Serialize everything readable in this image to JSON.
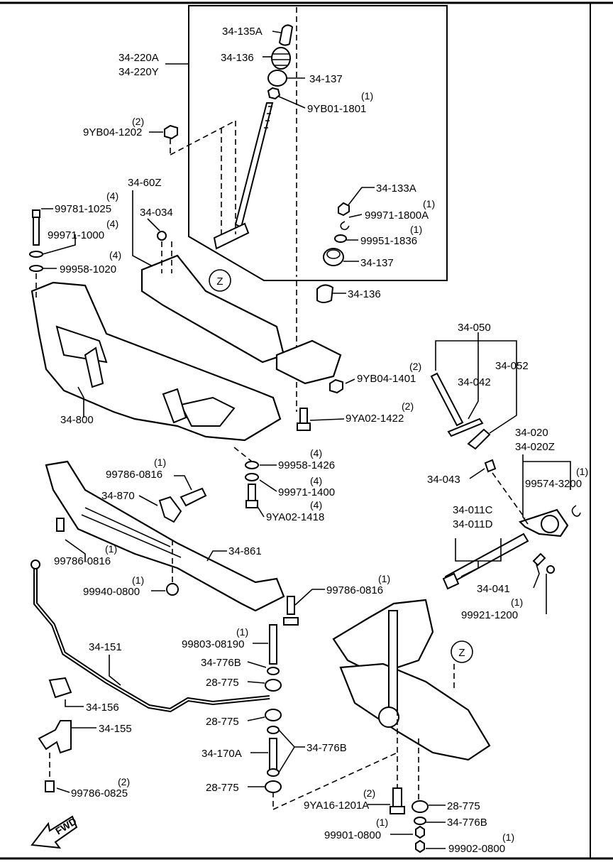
{
  "zone_marker": "Z",
  "fwd_label": "FWD",
  "labels": {
    "p34_135A": "34-135A",
    "p34_136_top": "34-136",
    "p34_137_top": "34-137",
    "p9YB01_1801": "9YB01-1801",
    "q9YB01_1801": "(1)",
    "p34_220A": "34-220A",
    "p34_220Y": "34-220Y",
    "p9YB04_1202": "9YB04-1202",
    "q9YB04_1202": "(2)",
    "p34_133A": "34-133A",
    "p99971_1800A": "99971-1800A",
    "q99971_1800A": "(1)",
    "p99951_1836": "99951-1836",
    "q99951_1836": "(1)",
    "p34_137_mid": "34-137",
    "p34_136_mid": "34-136",
    "p34_60Z": "34-60Z",
    "p34_034": "34-034",
    "p99781_1025": "99781-1025",
    "q99781_1025": "(4)",
    "p99971_1000": "99971-1000",
    "q99971_1000": "(4)",
    "p99958_1020": "99958-1020",
    "q99958_1020": "(4)",
    "p34_800": "34-800",
    "p34_050": "34-050",
    "p34_042": "34-042",
    "p34_052": "34-052",
    "p9YB04_1401": "9YB04-1401",
    "q9YB04_1401": "(2)",
    "p9YA02_1422": "9YA02-1422",
    "q9YA02_1422": "(2)",
    "p34_020": "34-020",
    "p34_020Z": "34-020Z",
    "p99574_3200": "99574-3200",
    "q99574_3200": "(1)",
    "p34_043": "34-043",
    "p99958_1426": "99958-1426",
    "q99958_1426": "(4)",
    "p99971_1400": "99971-1400",
    "q99971_1400": "(4)",
    "p9YA02_1418": "9YA02-1418",
    "q9YA02_1418": "(4)",
    "p99786_0816a": "99786-0816",
    "q99786_0816a": "(1)",
    "p34_870": "34-870",
    "p34_011C": "34-011C",
    "p34_011D": "34-011D",
    "p99786_0816b": "99786-0816",
    "q99786_0816b": "(1)",
    "p34_861": "34-861",
    "p99940_0800": "99940-0800",
    "q99940_0800": "(1)",
    "p34_041": "34-041",
    "p99921_1200": "99921-1200",
    "q99921_1200": "(1)",
    "p99786_0816c": "99786-0816",
    "q99786_0816c": "(1)",
    "p99803_08190": "99803-08190",
    "q99803_08190": "(1)",
    "p34_151": "34-151",
    "p34_776B_a": "34-776B",
    "p28_775_a": "28-775",
    "p34_156": "34-156",
    "p28_775_b": "28-775",
    "p34_155": "34-155",
    "p34_170A": "34-170A",
    "p34_776B_b": "34-776B",
    "p28_775_c": "28-775",
    "p99786_0825": "99786-0825",
    "q99786_0825": "(2)",
    "p9YA16_1201A": "9YA16-1201A",
    "q9YA16_1201A": "(2)",
    "p28_775_d": "28-775",
    "p34_776B_c": "34-776B",
    "p99901_0800": "99901-0800",
    "q99901_0800": "(1)",
    "p99902_0800": "99902-0800",
    "q99902_0800": "(1)"
  }
}
